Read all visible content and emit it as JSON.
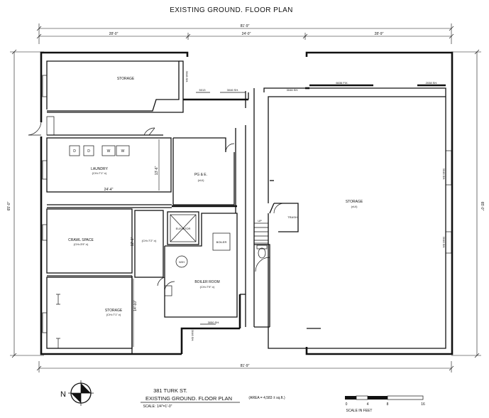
{
  "title": "EXISTING GROUND. FLOOR PLAN",
  "dimensions": {
    "overall_top": "81'-9\"",
    "overall_bottom": "81'-9\"",
    "seg_left": "28'-0\"",
    "seg_mid": "24'-0\"",
    "seg_right": "28'-9\"",
    "left_height": "65'-0\"",
    "right_height": "65'-0\"",
    "laundry_width": "24'-4\"",
    "laundry_height": "13'-6\"",
    "small_room_height": "12'-1\"",
    "storage_height": "14'-10\""
  },
  "rooms": {
    "storage_top": "STORAGE",
    "laundry": "LAUNDRY",
    "laundry_sub": "(CH=7'1\".±)",
    "crawl": "CRAWL SPACE",
    "crawl_sub": "(CH=3'9\".±)",
    "small_room_sub": "(CH=7'2\".±)",
    "storage_bl": "STORAGE",
    "storage_bl_sub": "(CH=7'1\".±)",
    "pge": "PG & E.",
    "pge_sub": "(±U/)",
    "elevator": "ELEVATOR",
    "boiler": "BOILER",
    "boiler_room": "BOILER ROOM",
    "boiler_room_sub": "(CH=7'9\".±)",
    "wh": "W/H",
    "storage_big": "STORAGE",
    "storage_big_sub": "(±U/)",
    "trash": "TRASH",
    "up": "UP"
  },
  "appliances": [
    "D",
    "D",
    "W",
    "W"
  ],
  "window_tags": {
    "t1": "3046 SH.",
    "t2": "5013",
    "t3": "3046 SH.",
    "t4": "3046 SH.",
    "t5": "6636 FIX.",
    "t6": "2038 SH.",
    "t7": "3046 SH.",
    "t8": "3046 SH.",
    "t9": "3050 SH.",
    "t10": "3046 SH."
  },
  "title_block": {
    "address": "381 TURK ST.",
    "plan_title": "EXISTING GROUND. FLOOR PLAN",
    "area": "(AREA = 4,583 ± sq.ft.)",
    "scale": "SCALE: 1/4\"=1'-0\""
  },
  "north_label": "N",
  "scale_bar": {
    "ticks": [
      "0",
      "4",
      "8",
      "16"
    ],
    "caption": "SCALE IN FEET"
  }
}
